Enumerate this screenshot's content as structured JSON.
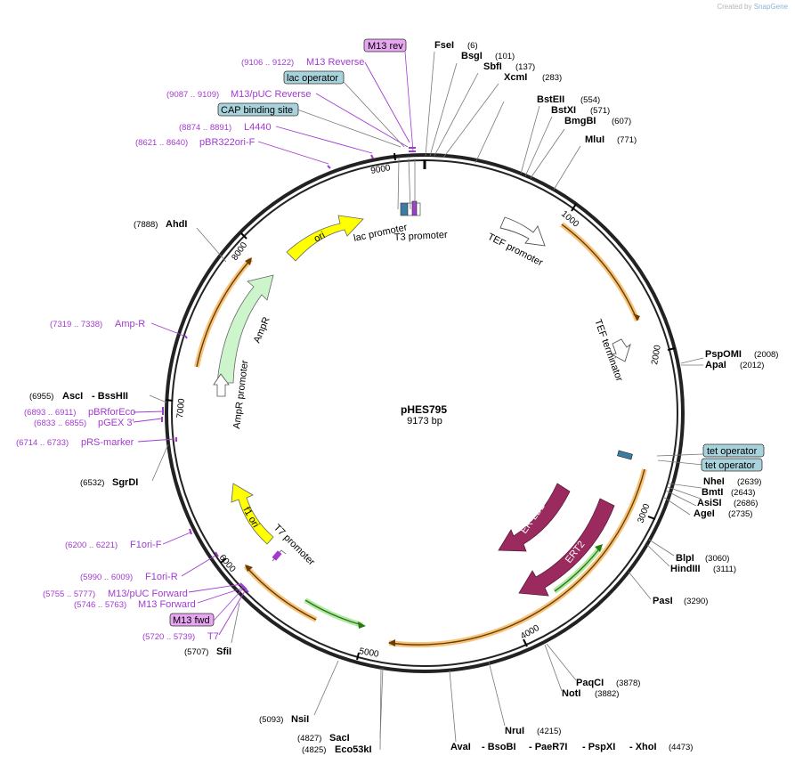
{
  "credit": "Created by",
  "brand": "SnapGene",
  "plasmid": {
    "name": "pHES795",
    "size": "9173 bp"
  },
  "ticks": [
    "1000",
    "2000",
    "3000",
    "4000",
    "5000",
    "6000",
    "7000",
    "8000",
    "9000"
  ],
  "enzymes_right": [
    {
      "name": "FseI",
      "pos": "(6)"
    },
    {
      "name": "BsgI",
      "pos": "(101)"
    },
    {
      "name": "SbfI",
      "pos": "(137)"
    },
    {
      "name": "XcmI",
      "pos": "(283)"
    },
    {
      "name": "BstEII",
      "pos": "(554)"
    },
    {
      "name": "BstXI",
      "pos": "(571)"
    },
    {
      "name": "BmgBI",
      "pos": "(607)"
    },
    {
      "name": "MluI",
      "pos": "(771)"
    },
    {
      "name": "PspOMI",
      "pos": "(2008)"
    },
    {
      "name": "ApaI",
      "pos": "(2012)"
    },
    {
      "name": "NheI",
      "pos": "(2639)"
    },
    {
      "name": "BmtI",
      "pos": "(2643)"
    },
    {
      "name": "AsiSI",
      "pos": "(2686)"
    },
    {
      "name": "AgeI",
      "pos": "(2735)"
    },
    {
      "name": "BlpI",
      "pos": "(3060)"
    },
    {
      "name": "HindIII",
      "pos": "(3111)"
    },
    {
      "name": "PasI",
      "pos": "(3290)"
    },
    {
      "name": "PaqCI",
      "pos": "(3878)"
    },
    {
      "name": "NotI",
      "pos": "(3882)"
    },
    {
      "name": "NruI",
      "pos": "(4215)"
    }
  ],
  "enzymes_left": [
    {
      "name": "AhdI",
      "pos": "(7888)"
    },
    {
      "name": "AscI",
      "pos": "(6955)"
    },
    {
      "name": "SgrDI",
      "pos": "(6532)"
    },
    {
      "name": "SfiI",
      "pos": "(5707)"
    },
    {
      "name": "NsiI",
      "pos": "(5093)"
    },
    {
      "name": "SacI",
      "pos": "(4827)"
    },
    {
      "name": "Eco53kI",
      "pos": "(4825)"
    }
  ],
  "multi_sites": {
    "bsshii": "- BssHII",
    "bottom": [
      "AvaI",
      "- BsoBI",
      "- PaeR7I",
      "- PspXI",
      "- XhoI"
    ],
    "bottom_pos": "(4473)"
  },
  "primers": [
    {
      "name": "M13 Reverse",
      "pos": "(9106 .. 9122)"
    },
    {
      "name": "M13/pUC Reverse",
      "pos": "(9087 .. 9109)"
    },
    {
      "name": "L4440",
      "pos": "(8874 .. 8891)"
    },
    {
      "name": "pBR322ori-F",
      "pos": "(8621 .. 8640)"
    },
    {
      "name": "Amp-R",
      "pos": "(7319 .. 7338)"
    },
    {
      "name": "pBRforEco",
      "pos": "(6893 .. 6911)"
    },
    {
      "name": "pGEX 3'",
      "pos": "(6833 .. 6855)"
    },
    {
      "name": "pRS-marker",
      "pos": "(6714 .. 6733)"
    },
    {
      "name": "F1ori-F",
      "pos": "(6200 .. 6221)"
    },
    {
      "name": "F1ori-R",
      "pos": "(5990 .. 6009)"
    },
    {
      "name": "M13/pUC Forward",
      "pos": "(5755 .. 5777)"
    },
    {
      "name": "M13 Forward",
      "pos": "(5746 .. 5763)"
    },
    {
      "name": "T7",
      "pos": "(5720 .. 5739)"
    }
  ],
  "boxed": {
    "m13rev": "M13 rev",
    "lacop": "lac operator",
    "cap": "CAP binding site",
    "tetop1": "tet operator",
    "tetop2": "tet operator",
    "m13fwd": "M13 fwd"
  },
  "features": {
    "lac_promoter": "lac promoter",
    "t3_promoter": "T3 promoter",
    "tef_promoter": "TEF promoter",
    "tef_terminator": "TEF terminator",
    "ori": "ori",
    "ampr": "AmpR",
    "ampr_promoter": "AmpR promoter",
    "f1ori": "f1 ori",
    "t7_promoter": "T7 promoter",
    "er_lbd": "ER-LBD",
    "ert2": "ERT2"
  },
  "colors": {
    "primer": "#a13bd0",
    "ori": "#ffff00",
    "ampr": "#ccf5cc",
    "er": "#9b2b5f",
    "orange": "#f5c37a",
    "box_blue": "#a9d3dc",
    "box_violet": "#e6a6f0"
  }
}
